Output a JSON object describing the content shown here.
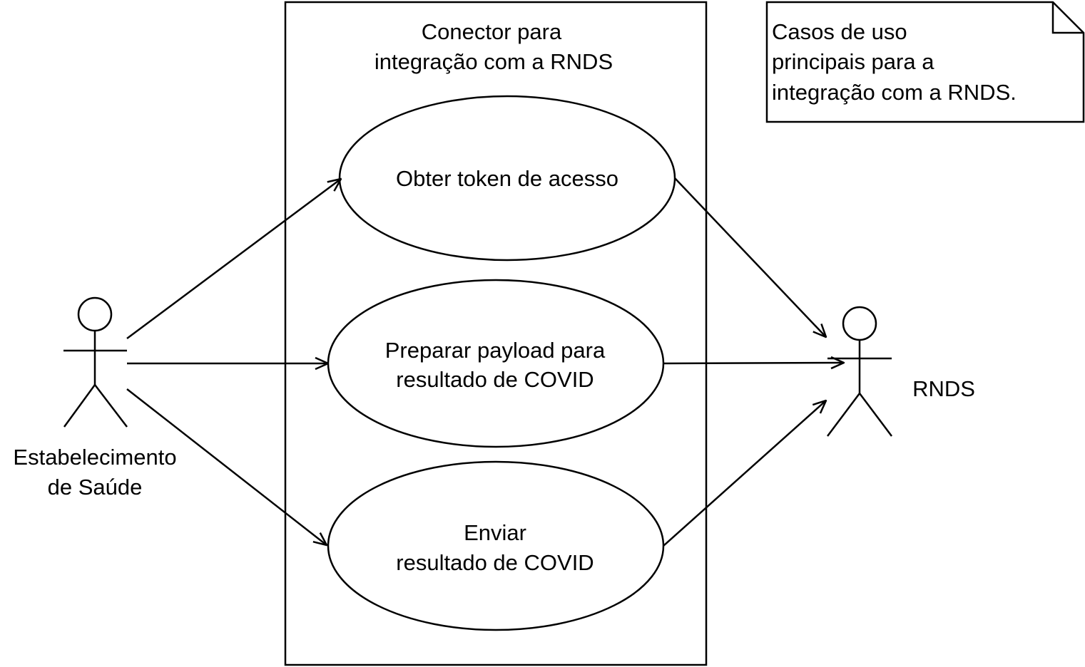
{
  "system": {
    "title_line1": "Conector para",
    "title_line2": "integração com a RNDS"
  },
  "note": {
    "line1": "Casos de uso",
    "line2": "principais para a",
    "line3": "integração com a RNDS."
  },
  "use_cases": [
    {
      "line1": "Obter token de acesso",
      "line2": ""
    },
    {
      "line1": "Preparar payload para",
      "line2": "resultado de COVID"
    },
    {
      "line1": "Enviar",
      "line2": "resultado de COVID"
    }
  ],
  "actors": {
    "left": {
      "line1": "Estabelecimento",
      "line2": "de Saúde"
    },
    "right": {
      "line1": "RNDS"
    }
  },
  "colors": {
    "stroke": "#000000",
    "background": "#ffffff"
  }
}
